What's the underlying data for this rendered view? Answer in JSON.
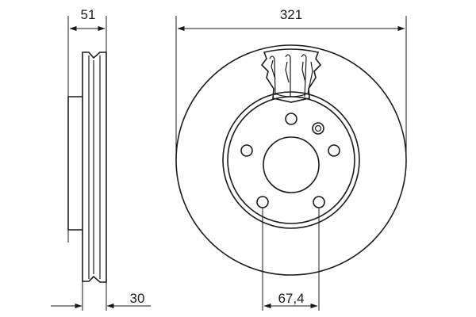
{
  "dimensions": {
    "total_thickness": "51",
    "disc_diameter": "321",
    "min_thickness": "30",
    "bolt_circle": "67,4"
  }
}
